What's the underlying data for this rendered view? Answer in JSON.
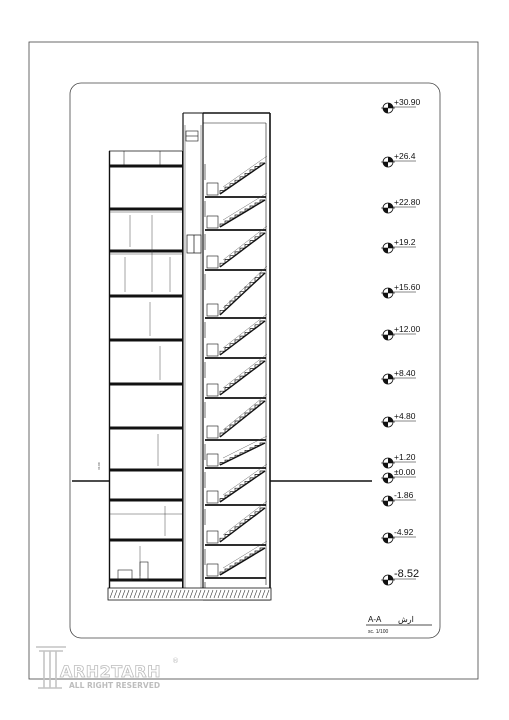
{
  "section": {
    "title_latin": "A-A",
    "title_persian": "ارش",
    "scale": "sc. 1/100",
    "levels": [
      {
        "label": "+30.90",
        "big": false
      },
      {
        "label": "+26.4",
        "big": false
      },
      {
        "label": "+22.80",
        "big": false
      },
      {
        "label": "+19.2",
        "big": false
      },
      {
        "label": "+15.60",
        "big": false
      },
      {
        "label": "+12.00",
        "big": false
      },
      {
        "label": "+8.40",
        "big": false
      },
      {
        "label": "+4.80",
        "big": false
      },
      {
        "label": "+1.20",
        "big": false
      },
      {
        "label": "±0.00",
        "big": false
      },
      {
        "label": "-1.86",
        "big": false
      },
      {
        "label": "-4.92",
        "big": false
      },
      {
        "label": "-8.52",
        "big": true
      }
    ]
  },
  "watermark": {
    "brand": "ARH2TARH",
    "tagline": "ALL RIGHT RESERVED",
    "registered": "®"
  }
}
